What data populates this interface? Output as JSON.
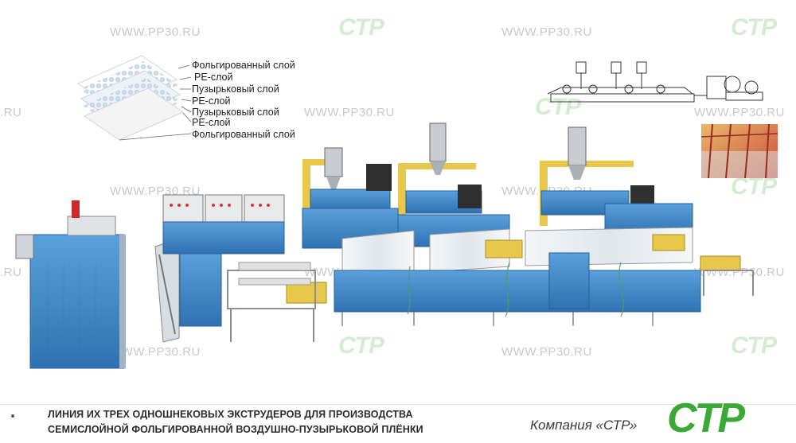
{
  "watermarks": {
    "site": "WWW.PP30.RU",
    "site_short": "U",
    "site_partial": ".RU",
    "logo": "CTP"
  },
  "layers": [
    "Фольгированный слой",
    "PE-слой",
    "Пузырьковый слой",
    "PE-слой",
    "Пузырьковый слой",
    "PE-слой",
    "Фольгированный слой"
  ],
  "caption": {
    "line1": "ЛИНИЯ ИХ ТРЕХ ОДНОШНЕКОВЫХ ЭКСТРУДЕРОВ ДЛЯ ПРОИЗВОДСТВА",
    "line2": "СЕМИСЛОЙНОЙ ФОЛЬГИРОВАННОЙ ВОЗДУШНО-ПУЗЫРЬКОВОЙ ПЛЁНКИ"
  },
  "company": {
    "name": "Компания «СТР»",
    "logo_text": "CTP"
  },
  "colors": {
    "machine_blue": "#3f86c8",
    "frame_yellow": "#e7c84a",
    "logo_green": "#3aa935",
    "watermark_gray": "#c9c9c9"
  }
}
